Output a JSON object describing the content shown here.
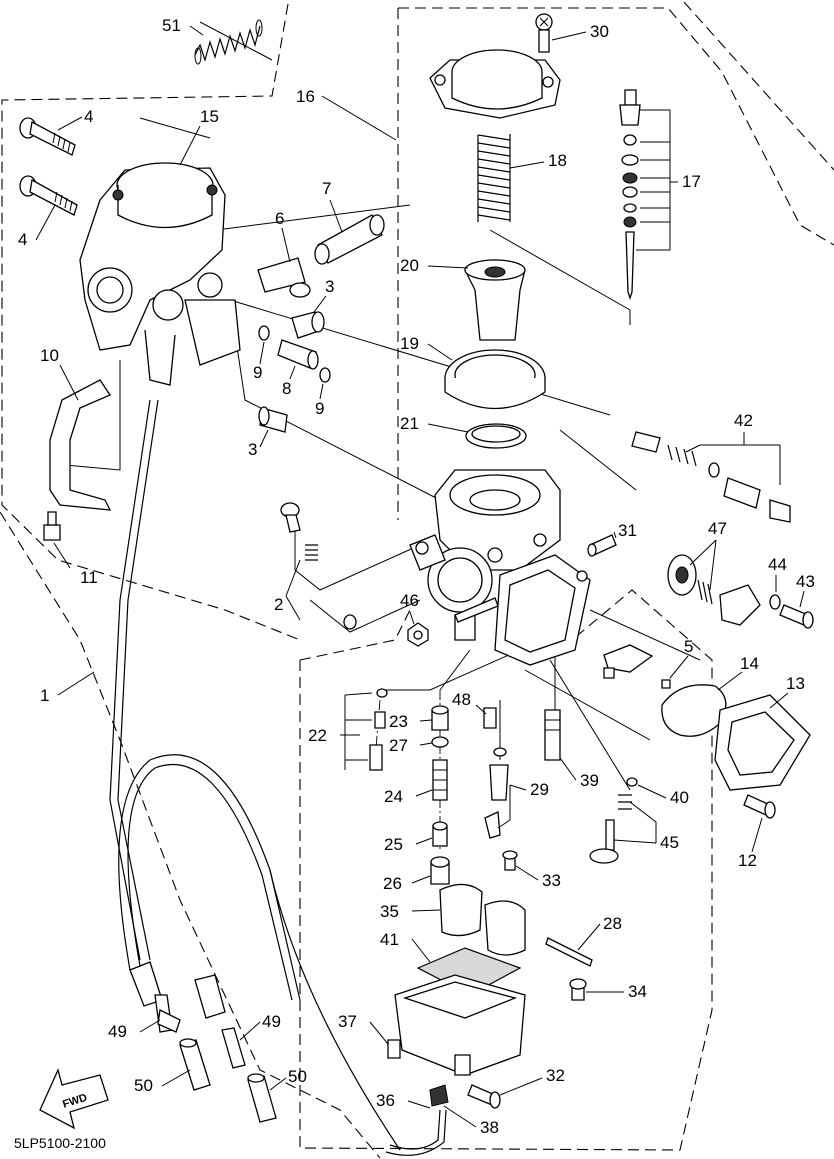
{
  "diagram": {
    "drawing_code": "5LP5100-2100",
    "fwd_label": "FWD",
    "part_labels": {
      "p1": "1",
      "p2": "2",
      "p3a": "3",
      "p3b": "3",
      "p4a": "4",
      "p4b": "4",
      "p5": "5",
      "p6": "6",
      "p7": "7",
      "p8": "8",
      "p9a": "9",
      "p9b": "9",
      "p10": "10",
      "p11": "11",
      "p12": "12",
      "p13": "13",
      "p14": "14",
      "p15": "15",
      "p16": "16",
      "p17": "17",
      "p18": "18",
      "p19": "19",
      "p20": "20",
      "p21": "21",
      "p22": "22",
      "p23": "23",
      "p24": "24",
      "p25": "25",
      "p26": "26",
      "p27": "27",
      "p28": "28",
      "p29": "29",
      "p30": "30",
      "p31": "31",
      "p32": "32",
      "p33": "33",
      "p34": "34",
      "p35": "35",
      "p36": "36",
      "p37": "37",
      "p38": "38",
      "p39": "39",
      "p40": "40",
      "p41": "41",
      "p42": "42",
      "p43": "43",
      "p44": "44",
      "p45": "45",
      "p46": "46",
      "p47": "47",
      "p48": "48",
      "p49a": "49",
      "p49b": "49",
      "p50a": "50",
      "p50b": "50",
      "p51": "51"
    }
  }
}
